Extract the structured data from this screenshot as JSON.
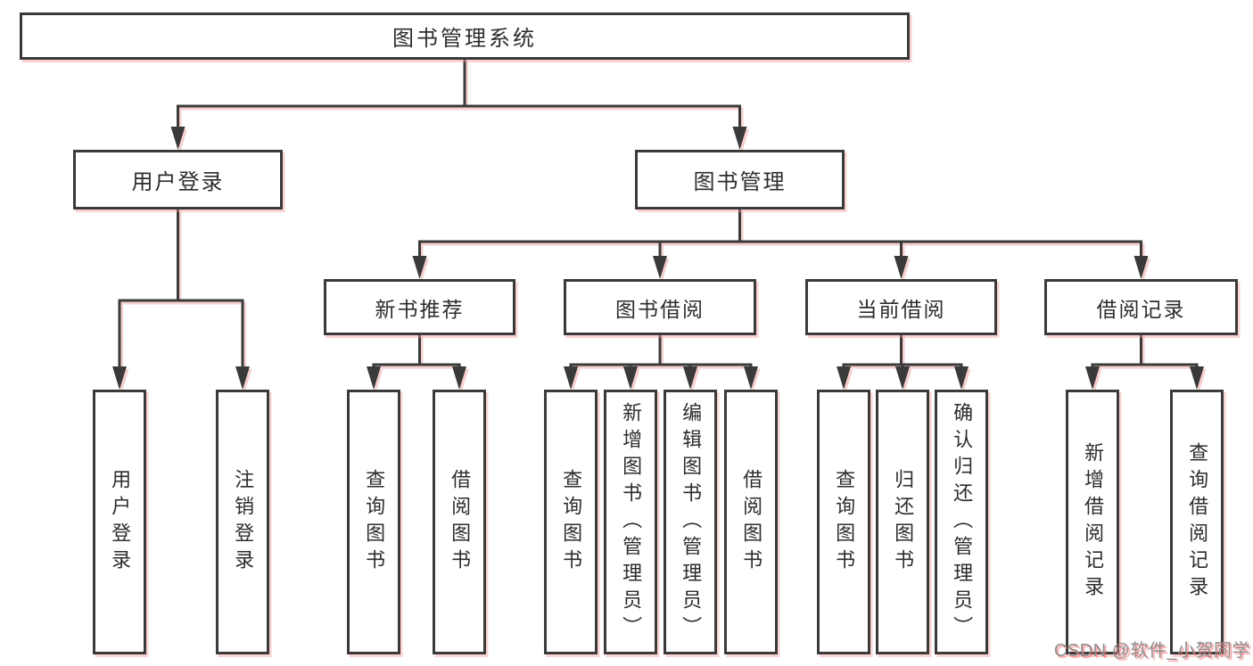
{
  "diagram": {
    "root": {
      "label": "图书管理系统"
    },
    "level2": [
      {
        "id": "user-login",
        "label": "用户登录",
        "parent": "图书管理系统"
      },
      {
        "id": "book-management",
        "label": "图书管理",
        "parent": "图书管理系统"
      }
    ],
    "level3": [
      {
        "id": "new-book-recommend",
        "label": "新书推荐",
        "parent": "图书管理"
      },
      {
        "id": "book-borrow",
        "label": "图书借阅",
        "parent": "图书管理"
      },
      {
        "id": "current-borrow",
        "label": "当前借阅",
        "parent": "图书管理"
      },
      {
        "id": "borrow-records",
        "label": "借阅记录",
        "parent": "图书管理"
      }
    ],
    "leaves": [
      {
        "label": "用户登录",
        "parent": "用户登录"
      },
      {
        "label": "注销登录",
        "parent": "用户登录"
      },
      {
        "label": "查询图书",
        "parent": "新书推荐"
      },
      {
        "label": "借阅图书",
        "parent": "新书推荐"
      },
      {
        "label": "查询图书",
        "parent": "图书借阅"
      },
      {
        "label": "新增图书（管理员）",
        "parent": "图书借阅"
      },
      {
        "label": "编辑图书（管理员）",
        "parent": "图书借阅"
      },
      {
        "label": "借阅图书",
        "parent": "图书借阅"
      },
      {
        "label": "查询图书",
        "parent": "当前借阅"
      },
      {
        "label": "归还图书",
        "parent": "当前借阅"
      },
      {
        "label": "确认归还（管理员）",
        "parent": "当前借阅"
      },
      {
        "label": "新增借阅记录",
        "parent": "借阅记录"
      },
      {
        "label": "查询借阅记录",
        "parent": "借阅记录"
      }
    ]
  },
  "watermark": {
    "text": "CSDN @软件_小贺同学",
    "text_color": "#8e8e8e",
    "shadow_color": "#fa6e6e"
  },
  "colors": {
    "line": "#3a3a3a",
    "box_border": "#3a3a3a",
    "box_background": "#ffffff",
    "page_background": "#ffffff",
    "artifact_pink": "#f3bcbc"
  }
}
